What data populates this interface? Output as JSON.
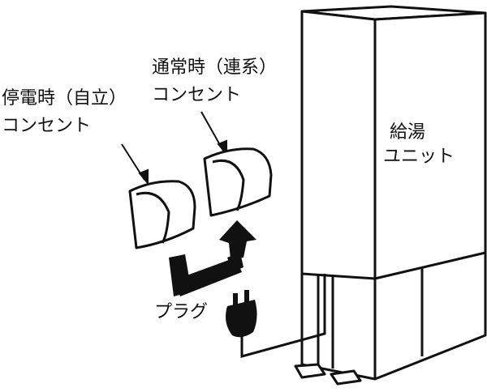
{
  "labels": {
    "outage_outlet_line1": "停電時（自立）",
    "outage_outlet_line2": "コンセント",
    "normal_outlet_line1": "通常時（連系）",
    "normal_outlet_line2": "コンセント",
    "unit_line1": "給湯",
    "unit_line2": "ユニット",
    "plug": "プラグ"
  },
  "colors": {
    "stroke": "#111111",
    "fill": "#ffffff",
    "arrow": "#111111"
  }
}
